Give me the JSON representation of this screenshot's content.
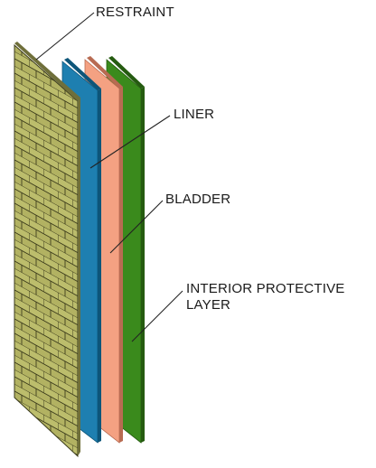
{
  "labels": {
    "restraint": "RESTRAINT",
    "liner": "LINER",
    "bladder": "BLADDER",
    "interior_protective_line1": "INTERIOR PROTECTIVE",
    "interior_protective_line2": "LAYER"
  },
  "colors": {
    "restraint_fill": "#b8b868",
    "restraint_weave_line": "#3a3a1a",
    "restraint_edge": "#6f6f3a",
    "liner": "#1e7fb0",
    "liner_edge": "#0d5579",
    "bladder": "#f4a182",
    "bladder_edge": "#b86b52",
    "interior_protective_layer": "#3a8a1c",
    "interior_protective_layer_edge": "#255b10",
    "leader_line": "#222222"
  }
}
